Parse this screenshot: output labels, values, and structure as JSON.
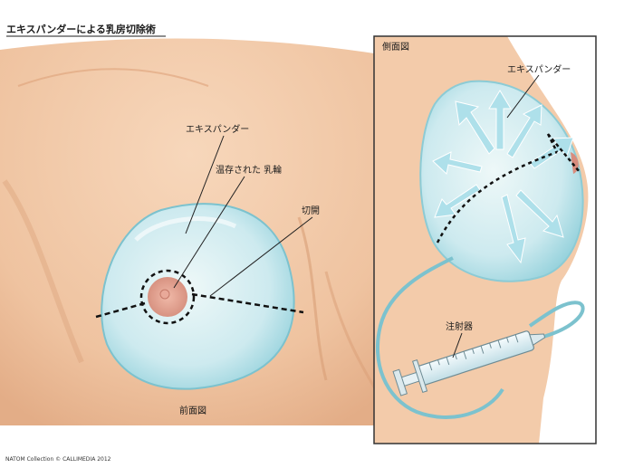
{
  "title": "エキスパンダーによる乳房切除術",
  "front_view": {
    "caption": "前面図",
    "labels": {
      "expander": "エキスパンダー",
      "preserved_areola": "温存された 乳輪",
      "incision": "切開"
    }
  },
  "side_view": {
    "caption": "側面図",
    "labels": {
      "expander": "エキスパンダー",
      "syringe": "注射器"
    }
  },
  "credit": "NATOM Collection © CALLIMEDIA 2012",
  "colors": {
    "skin": "#f2c9a6",
    "skin_shadow": "#dba47c",
    "expander_fill": "#cdebef",
    "expander_edge": "#7fc6d1",
    "arrow": "#a9dbe6",
    "frame": "#333333"
  }
}
